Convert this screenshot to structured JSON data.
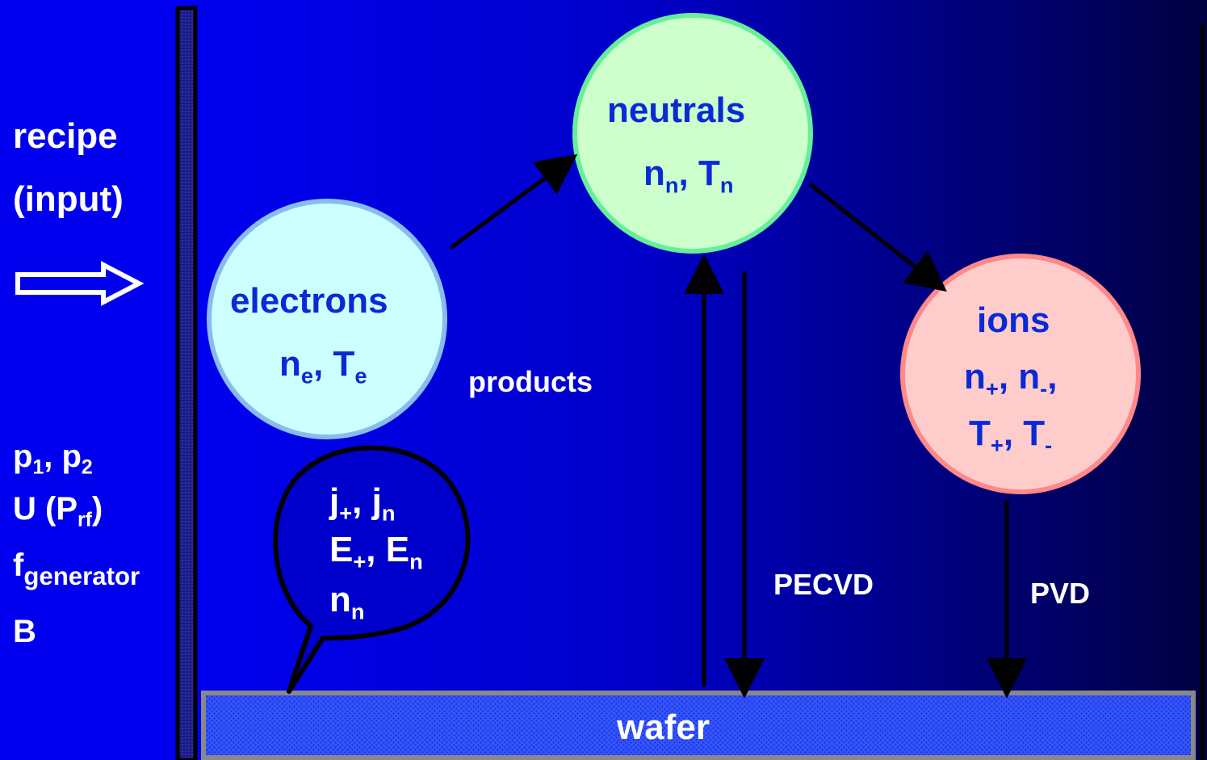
{
  "left_panel": {
    "recipe_line1": "recipe",
    "recipe_line2": "(input)",
    "p_vars": [
      "p",
      "1",
      ", p",
      "2"
    ],
    "u_var": [
      "U (P",
      "rf",
      ")"
    ],
    "f_var": [
      "f",
      "generator"
    ],
    "b_var": "B"
  },
  "nodes": {
    "electrons": {
      "title": "electrons",
      "vars": [
        "n",
        "e",
        ", T",
        "e"
      ]
    },
    "neutrals": {
      "title": "neutrals",
      "vars": [
        "n",
        "n",
        ", T",
        "n"
      ]
    },
    "ions": {
      "title": "ions",
      "line1": [
        "n",
        "+",
        ", n",
        "-",
        ","
      ],
      "line2": [
        "T",
        "+",
        ", T",
        "-"
      ]
    }
  },
  "bubble": {
    "line1": [
      "j",
      "+",
      ", j",
      "n"
    ],
    "line2": [
      "E",
      "+",
      ", E",
      "n"
    ],
    "line3": [
      "n",
      "n"
    ]
  },
  "labels": {
    "products": "products",
    "pecvd": "PECVD",
    "pvd": "PVD",
    "wafer": "wafer"
  },
  "colors": {
    "background_left": "#0000ee",
    "background_right": "#000044",
    "electrons_fill": "#ccffff",
    "neutrals_fill": "#ccffcc",
    "ions_fill": "#ffcccc",
    "wafer_fill": "#3355ff",
    "text_blue": "#0a2ad6"
  }
}
